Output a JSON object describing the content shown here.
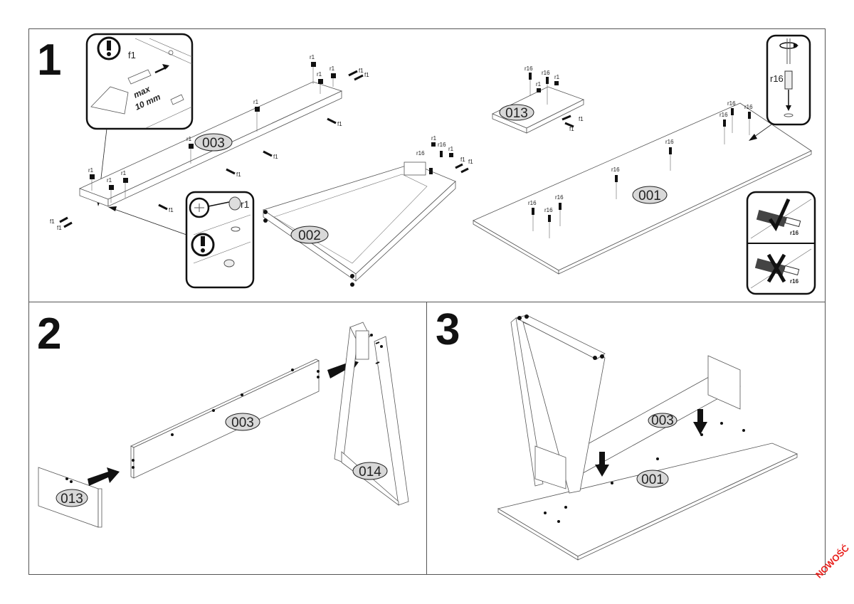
{
  "document": {
    "type": "furniture assembly instructions",
    "badge": "NOWOŚĆ"
  },
  "steps": [
    {
      "number": "1",
      "parts": [
        "003",
        "002",
        "013",
        "001"
      ],
      "hardware_labels": {
        "cam_pin": "f1",
        "cam_lock": "r1",
        "connector_bolt": "r16"
      },
      "callouts": {
        "pin_insert": {
          "fastener": "f1",
          "note_line1": "max",
          "note_line2": "10 mm"
        },
        "cam_orientation": {
          "fastener": "r1"
        },
        "bolt_screw": {
          "fastener": "r16"
        },
        "correct_wrong": {
          "fastener_correct": "r16",
          "fastener_wrong": "r16"
        }
      }
    },
    {
      "number": "2",
      "parts": [
        "013",
        "003",
        "014"
      ]
    },
    {
      "number": "3",
      "parts": [
        "003",
        "001"
      ]
    }
  ]
}
